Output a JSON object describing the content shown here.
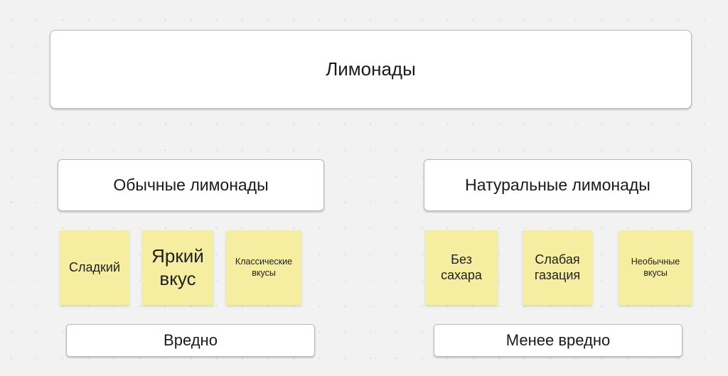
{
  "board": {
    "background_color": "#f2f2f2",
    "dot_color": "#dcdcdc",
    "node_fill": "#ffffff",
    "sticky_fill": "#f5eda0"
  },
  "root": {
    "label": "Лимонады"
  },
  "branches": [
    {
      "id": "ordinary",
      "category_label": "Обычные лимонады",
      "verdict_label": "Вредно",
      "stickies": [
        {
          "label": "Сладкий",
          "size": "md"
        },
        {
          "label": "Яркий вкус",
          "size": "lg"
        },
        {
          "label": "Классические вкусы",
          "size": "sm"
        }
      ]
    },
    {
      "id": "natural",
      "category_label": "Натуральные лимонады",
      "verdict_label": "Менее вредно",
      "stickies": [
        {
          "label": "Без сахара",
          "size": "md"
        },
        {
          "label": "Слабая газация",
          "size": "md"
        },
        {
          "label": "Необычные вкусы",
          "size": "sm"
        }
      ]
    }
  ]
}
